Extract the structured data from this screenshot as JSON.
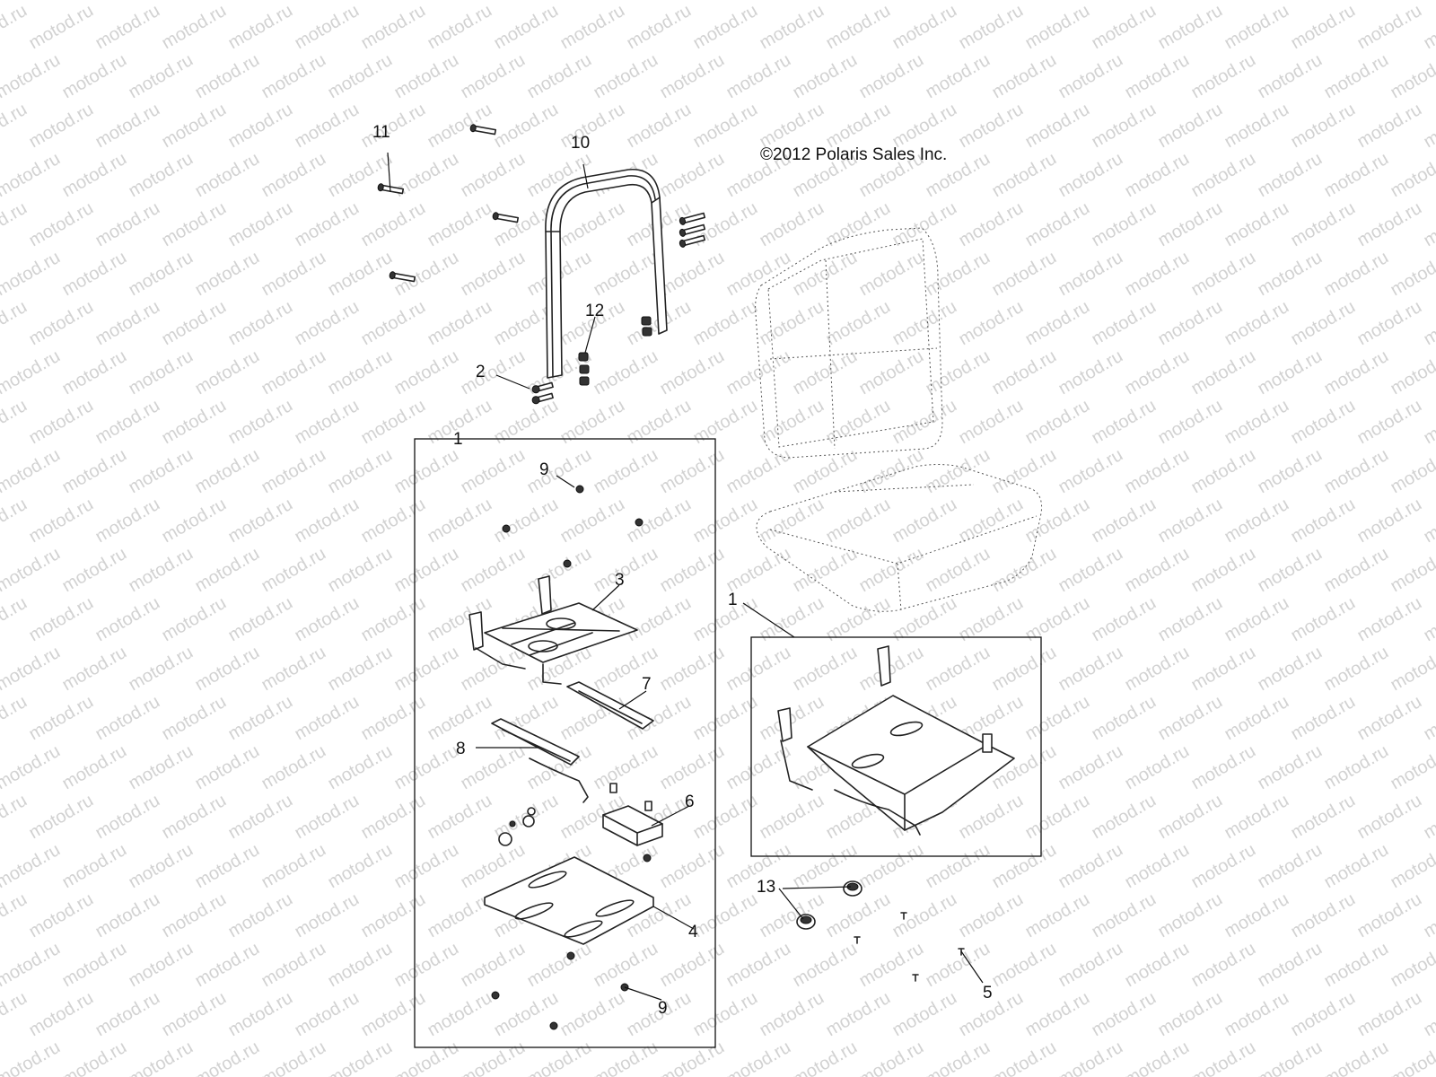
{
  "watermark": "motod.ru",
  "copyright": "©2012 Polaris Sales Inc.",
  "callouts": {
    "c1_left": "1",
    "c1_right": "1",
    "c2": "2",
    "c3": "3",
    "c4": "4",
    "c5": "5",
    "c6": "6",
    "c7": "7",
    "c8": "8",
    "c9_top": "9",
    "c9_bottom": "9",
    "c10": "10",
    "c11": "11",
    "c12": "12",
    "c13": "13"
  }
}
